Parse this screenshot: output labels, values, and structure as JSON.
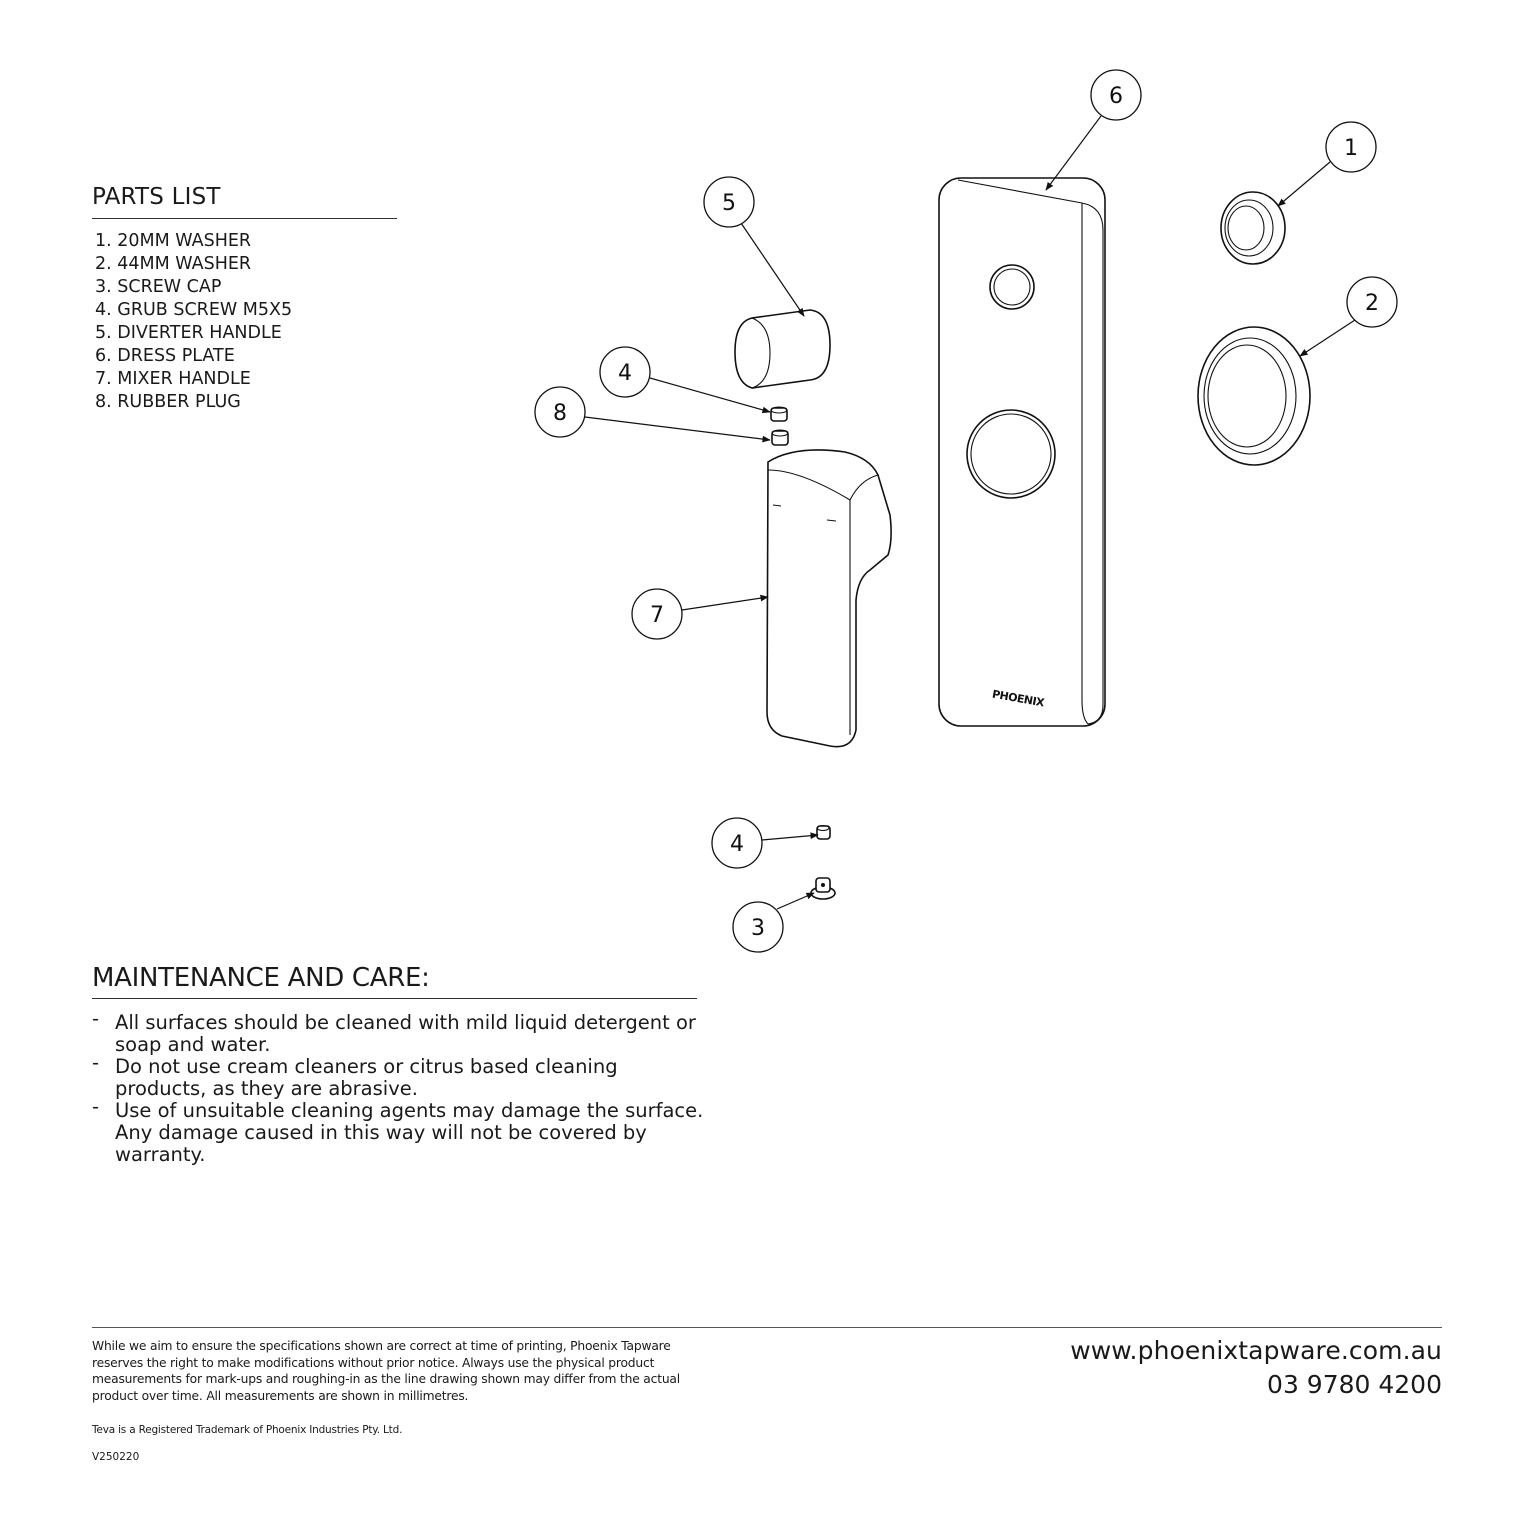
{
  "parts_list": {
    "title": "PARTS LIST",
    "items": [
      "1. 20MM WASHER",
      "2. 44MM WASHER",
      "3. SCREW CAP",
      "4. GRUB SCREW M5X5",
      "5. DIVERTER HANDLE",
      "6. DRESS PLATE",
      "7. MIXER HANDLE",
      "8. RUBBER PLUG"
    ]
  },
  "diagram": {
    "callouts": [
      "6",
      "1",
      "2",
      "5",
      "4",
      "8",
      "7",
      "4",
      "3"
    ],
    "brand_mark": "PHOENIX"
  },
  "maintenance": {
    "title": "MAINTENANCE AND CARE:",
    "bullet": "-",
    "items": [
      "All surfaces should be cleaned with mild liquid detergent or soap and water.",
      "Do not use cream cleaners or citrus based cleaning products, as they are abrasive.",
      "Use of unsuitable cleaning agents may damage the surface. Any damage caused in this way will not be covered by warranty."
    ]
  },
  "footer": {
    "disclaimer": "While we aim to ensure the specifications shown are correct at time of printing, Phoenix Tapware reserves the right to make modifications without prior notice. Always use the physical product measurements for mark-ups and roughing-in as the line drawing shown may differ from the actual product over time. All measurements are shown in millimetres.",
    "trademark": "Teva is a Registered Trademark of Phoenix Industries Pty. Ltd.",
    "version": "V250220",
    "website": "www.phoenixtapware.com.au",
    "phone": "03 9780 4200"
  }
}
